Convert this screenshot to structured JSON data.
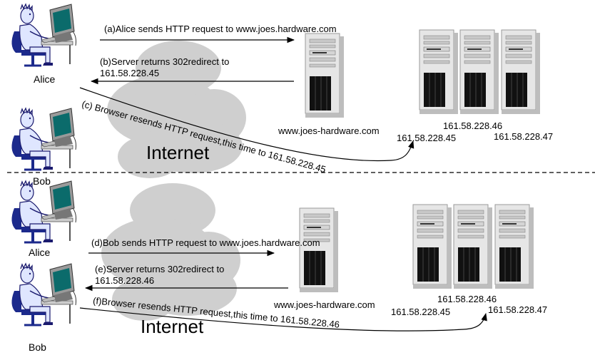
{
  "top": {
    "alice": {
      "name": "Alice"
    },
    "bob": {
      "name": "Bob"
    },
    "cloud_label": "Internet",
    "step_a": "(a)Alice sends HTTP request to www.joes.hardware.com",
    "step_b_line1": "(b)Server returns 302redirect to",
    "step_b_line2": "161.58.228.45",
    "step_c": "(c) Browser resends HTTP request,this time to 161.58.228.45",
    "redirector_name": "www.joes-hardware.com",
    "server_ips": [
      "161.58.228.45",
      "161.58.228.46",
      "161.58.228.47"
    ]
  },
  "bottom": {
    "alice": {
      "name": "Alice"
    },
    "bob": {
      "name": "Bob"
    },
    "cloud_label": "Internet",
    "step_d": "(d)Bob sends HTTP request to www.joes.hardware.com",
    "step_e_line1": "(e)Server returns 302redirect to",
    "step_e_line2": "161.58.228.46",
    "step_f": "(f)Browser resends HTTP request,this time to 161.58.228.46",
    "redirector_name": "www.joes-hardware.com",
    "server_ips": [
      "161.58.228.45",
      "161.58.228.46",
      "161.58.228.47"
    ]
  },
  "colors": {
    "screen": "#0b6b6b",
    "person_outline": "#1a1a6e",
    "cloud": "#cfcfcf",
    "server": "#e6e6e6"
  }
}
